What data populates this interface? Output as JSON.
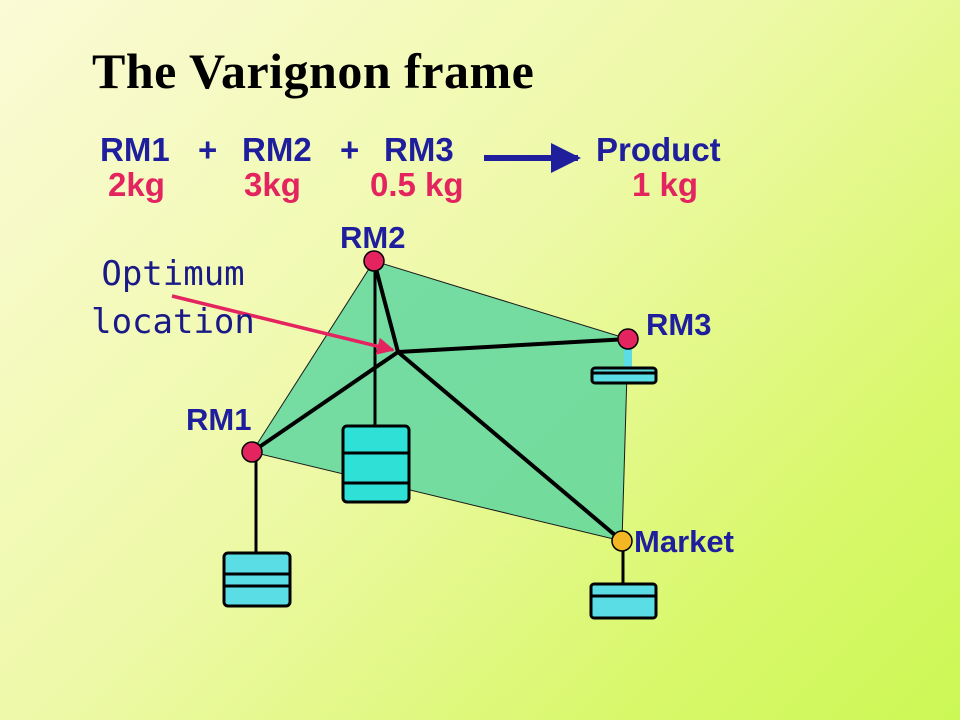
{
  "title": "The Varignon frame",
  "equation": {
    "inputs": [
      {
        "name": "RM1",
        "weight": "2kg"
      },
      {
        "name": "RM2",
        "weight": "3kg"
      },
      {
        "name": "RM3",
        "weight": "0.5 kg"
      }
    ],
    "operator": "+",
    "output": {
      "name": "Product",
      "weight": "1 kg"
    }
  },
  "nodes": {
    "rm1": "RM1",
    "rm2": "RM2",
    "rm3": "RM3",
    "market": "Market"
  },
  "callout": {
    "line1": "Optimum",
    "line2": "location"
  },
  "colors": {
    "title": "#000000",
    "equation_text": "#1f1f9e",
    "weight_text": "#e3245f",
    "node_fill": "#e3245f",
    "market_fill": "#f5b623",
    "quad_fill": "#5fd7a0",
    "weight_fill": "#5bdde6",
    "arrow_callout": "#e3245f"
  }
}
